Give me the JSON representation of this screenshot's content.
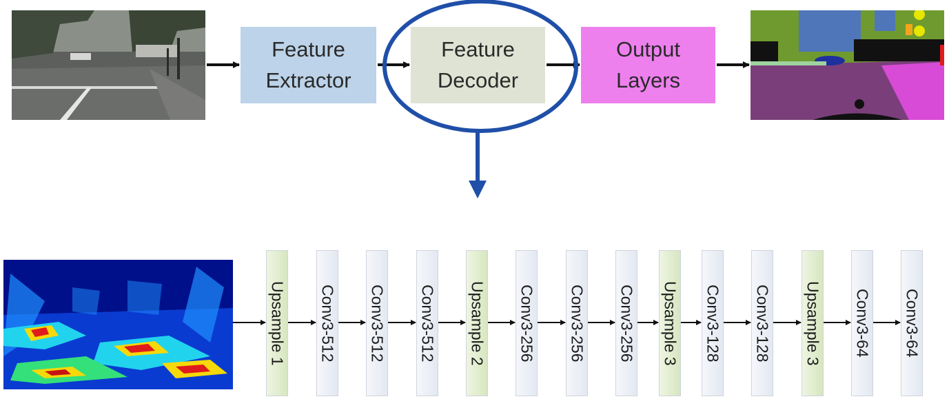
{
  "pipeline": {
    "stages": [
      {
        "label": "Feature\nExtractor",
        "color": "#bcd3e9"
      },
      {
        "label": "Feature\nDecoder",
        "color": "#dfe3d4",
        "highlighted": true
      },
      {
        "label": "Output\nLayers",
        "color": "#ee80ee"
      }
    ],
    "input_image": "street-scene-photo",
    "output_image": "semantic-segmentation-map",
    "highlight_color": "#1f4fa8",
    "arrow_color": "#111111"
  },
  "decoder": {
    "input_image": "feature-heatmap",
    "layers": [
      {
        "label": "Upsample 1",
        "kind": "upsample"
      },
      {
        "label": "Conv3-512",
        "kind": "conv"
      },
      {
        "label": "Conv3-512",
        "kind": "conv"
      },
      {
        "label": "Conv3-512",
        "kind": "conv"
      },
      {
        "label": "Upsample 2",
        "kind": "upsample"
      },
      {
        "label": "Conv3-256",
        "kind": "conv"
      },
      {
        "label": "Conv3-256",
        "kind": "conv"
      },
      {
        "label": "Conv3-256",
        "kind": "conv"
      },
      {
        "label": "Upsample 3",
        "kind": "upsample"
      },
      {
        "label": "Conv3-128",
        "kind": "conv"
      },
      {
        "label": "Conv3-128",
        "kind": "conv"
      },
      {
        "label": "Upsample 3",
        "kind": "upsample"
      },
      {
        "label": "Conv3-64",
        "kind": "conv"
      },
      {
        "label": "Conv3-64",
        "kind": "conv"
      }
    ]
  }
}
